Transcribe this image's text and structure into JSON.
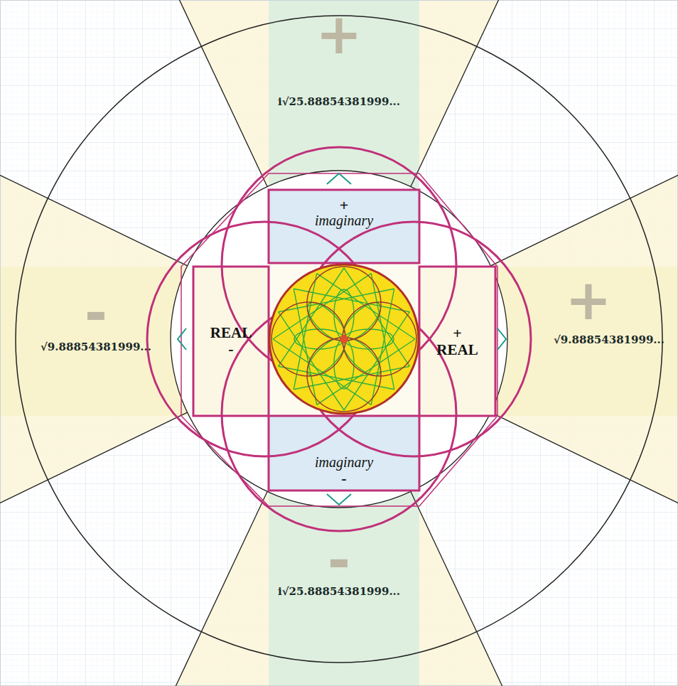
{
  "diagram": {
    "nodes": [
      {
        "text": [
          "+",
          "imaginary"
        ]
      },
      {
        "text": [
          "REAL",
          "-"
        ]
      },
      {
        "text": [
          "+",
          "REAL"
        ]
      },
      {
        "text": [
          "imaginary",
          "-"
        ]
      }
    ],
    "labels": [
      "+",
      "i√25.88854381999...",
      "-",
      "√9.88854381999...",
      "+",
      "√9.88854381999...",
      "-",
      "i√25.88854381999..."
    ]
  }
}
